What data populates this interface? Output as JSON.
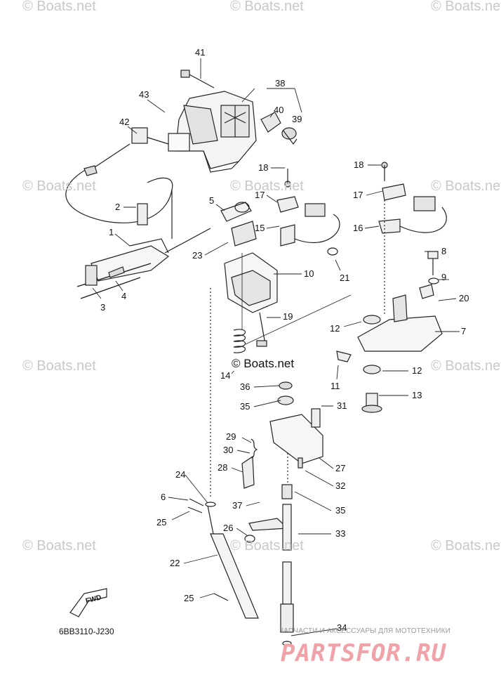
{
  "watermark_text": "© Boats.net",
  "watermark_center": "© Boats.net",
  "drawing_code": "6BB3110-J230",
  "fwd_arrow": "FWD",
  "footer": {
    "tagline": "ЗАПЧАСТИ И АКСЕССУАРЫ ДЛЯ МОТОТЕХНИКИ",
    "brand": "PARTSFOR.RU"
  },
  "callouts": [
    "41",
    "43",
    "38",
    "40",
    "39",
    "42",
    "18",
    "18",
    "17",
    "17",
    "2",
    "5",
    "15",
    "16",
    "8",
    "1",
    "23",
    "10",
    "9",
    "3",
    "4",
    "21",
    "20",
    "19",
    "12",
    "7",
    "14",
    "11",
    "12",
    "36",
    "13",
    "35",
    "31",
    "29",
    "30",
    "28",
    "27",
    "32",
    "24",
    "6",
    "37",
    "35",
    "25",
    "26",
    "33",
    "22",
    "25",
    "34"
  ],
  "colors": {
    "line": "#222222",
    "watermark": "#c8c8c8",
    "brand": "#f0a2a8"
  }
}
